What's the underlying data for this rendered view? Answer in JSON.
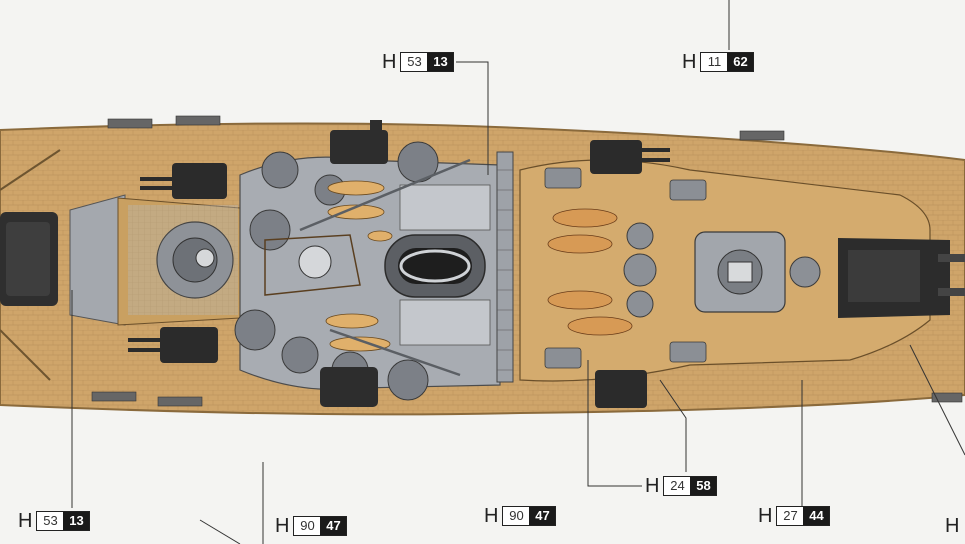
{
  "callouts": [
    {
      "name": "callout-h53-13-top",
      "prefix": "H",
      "code": "53",
      "part": "13"
    },
    {
      "name": "callout-h11-62",
      "prefix": "H",
      "code": "11",
      "part": "62"
    },
    {
      "name": "callout-h24-58",
      "prefix": "H",
      "code": "24",
      "part": "58"
    },
    {
      "name": "callout-h27-44",
      "prefix": "H",
      "code": "27",
      "part": "44"
    },
    {
      "name": "callout-h53-13-bottom",
      "prefix": "H",
      "code": "53",
      "part": "13"
    },
    {
      "name": "callout-h90-47-left",
      "prefix": "H",
      "code": "90",
      "part": "47"
    },
    {
      "name": "callout-h90-47-right",
      "prefix": "H",
      "code": "90",
      "part": "47"
    },
    {
      "name": "callout-h-edge",
      "prefix": "H",
      "code": "",
      "part": ""
    }
  ],
  "colors": {
    "paper": "#f4f4f2",
    "deck": "#cfa56a",
    "deck_dark": "#b88b52",
    "superstructure": "#a9adb3",
    "turret": "#2e2e2e",
    "boat": "#e2b26e",
    "callout_dark": "#1a1a1a"
  }
}
